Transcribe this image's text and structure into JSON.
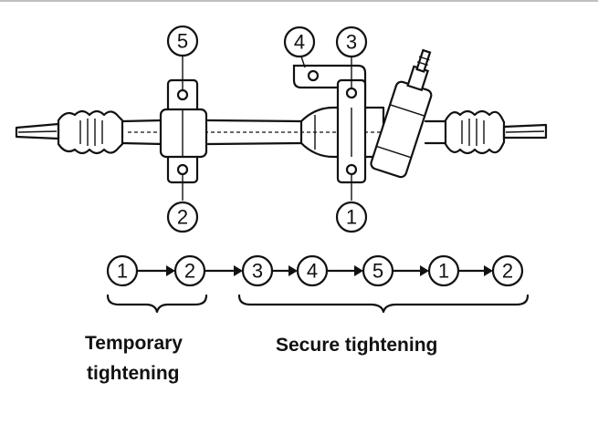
{
  "bolt_labels": {
    "top_left": "5",
    "bottom_left": "2",
    "top_bracket": "4",
    "top_right": "3",
    "bottom_right": "1"
  },
  "sequence": [
    "1",
    "2",
    "3",
    "4",
    "5",
    "1",
    "2"
  ],
  "captions": {
    "temporary_line1": "Temporary",
    "temporary_line2": "tightening",
    "secure": "Secure tightening"
  }
}
